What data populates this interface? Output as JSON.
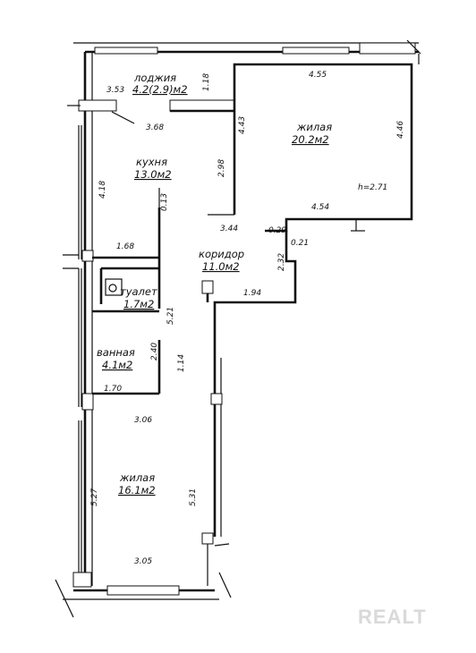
{
  "rooms": {
    "loggia": {
      "name": "лоджия",
      "area": "4.2(2.9)м2"
    },
    "living1": {
      "name": "жилая",
      "area": "20.2м2"
    },
    "kitchen": {
      "name": "кухня",
      "area": "13.0м2"
    },
    "corridor": {
      "name": "коридор",
      "area": "11.0м2"
    },
    "toilet": {
      "name": "туалет",
      "area": "1.7м2"
    },
    "bath": {
      "name": "ванная",
      "area": "4.1м2"
    },
    "living2": {
      "name": "жилая",
      "area": "16.1м2"
    }
  },
  "dims": {
    "d353": "3.53",
    "d118": "1.18",
    "d455": "4.55",
    "d368": "3.68",
    "d443": "4.43",
    "d446": "4.46",
    "d298": "2.98",
    "d418": "4.18",
    "h": "h=2.71",
    "d454": "4.54",
    "d313": "0.13",
    "d344": "3.44",
    "d029": "0.29",
    "d021": "0.21",
    "d168": "1.68",
    "d232": "2.32",
    "d194": "1.94",
    "d521": "5.21",
    "d240": "2.40",
    "d114": "1.14",
    "d170": "1.70",
    "d306": "3.06",
    "d527": "5.27",
    "d531": "5.31",
    "d305": "3.05"
  },
  "watermark": "REALT"
}
